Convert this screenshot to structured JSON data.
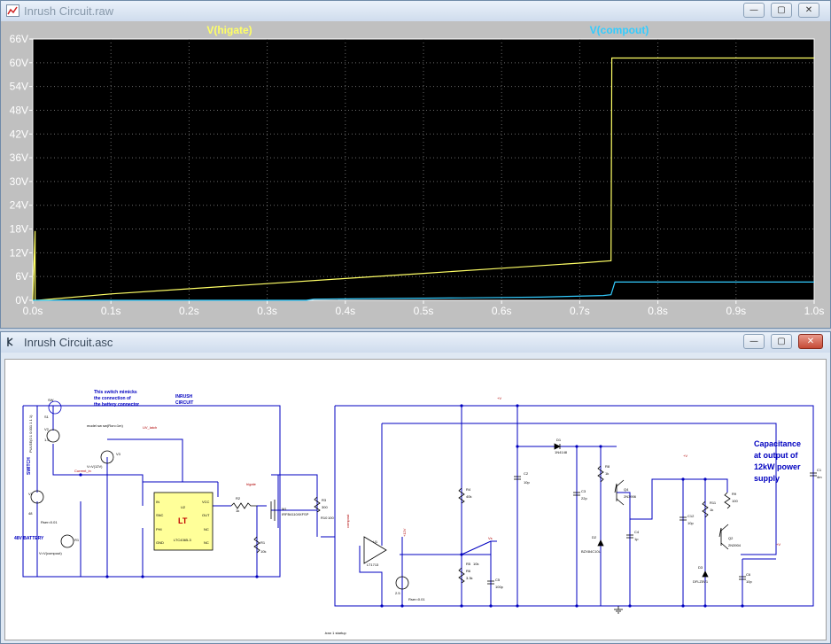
{
  "waveform_window": {
    "title": "Inrush Circuit.raw",
    "controls": {
      "minimize": "—",
      "maximize": "▢",
      "close": "✕"
    }
  },
  "schematic_window": {
    "title": "Inrush Circuit.asc",
    "controls": {
      "minimize": "—",
      "maximize": "▢",
      "close": "✕"
    }
  },
  "chart_data": {
    "type": "line",
    "title": "",
    "xlabel": "",
    "ylabel": "",
    "xlim": [
      0,
      1.0
    ],
    "ylim": [
      0,
      66
    ],
    "x_ticks": [
      "0.0s",
      "0.1s",
      "0.2s",
      "0.3s",
      "0.4s",
      "0.5s",
      "0.6s",
      "0.7s",
      "0.8s",
      "0.9s",
      "1.0s"
    ],
    "y_ticks": [
      "0V",
      "6V",
      "12V",
      "18V",
      "24V",
      "30V",
      "36V",
      "42V",
      "48V",
      "54V",
      "60V",
      "66V"
    ],
    "grid": true,
    "background": "#000000",
    "series": [
      {
        "name": "V(higate)",
        "color": "#ffff66",
        "x": [
          0,
          0.003,
          0.003,
          0.006,
          0.1,
          0.2,
          0.3,
          0.4,
          0.5,
          0.6,
          0.7,
          0.74,
          0.741,
          1.0
        ],
        "y": [
          0,
          17.5,
          0,
          0,
          1.6,
          2.9,
          4.2,
          5.5,
          6.8,
          8.1,
          9.4,
          10.0,
          61.2,
          61.2
        ]
      },
      {
        "name": "V(compout)",
        "color": "#33ccff",
        "x": [
          0,
          0.35,
          0.36,
          0.45,
          0.55,
          0.65,
          0.73,
          0.74,
          0.745,
          1.0
        ],
        "y": [
          0,
          0,
          0.3,
          0.45,
          0.6,
          0.8,
          1.2,
          1.4,
          4.6,
          4.6
        ]
      }
    ]
  },
  "schematic": {
    "annotations": {
      "switch_note": [
        "This switch mimicks",
        "the connection of",
        "the battery connector"
      ],
      "inrush": [
        "INRUSH",
        "CIRCUIT"
      ],
      "switch_label": "SWITCH",
      "capacitance_note": [
        "Capacitance",
        "at output of",
        "12kW power",
        "supply"
      ],
      "battery": "48V BATTERY",
      "model": "model sw sw(Ron=1m)",
      "footer": ".tran 1 startup",
      "pulse": "PULSE(0 1 0.001 1 1 1)"
    },
    "nets": {
      "higate": "higate",
      "compout": "compout",
      "current_in": "Current_in",
      "uv_latch": "UV_latch",
      "vp": "+V",
      "vo": "+V",
      "v12": "+12V",
      "vs": "Vs"
    },
    "components": {
      "ic": "LTC4365-3",
      "ic_logo": "LT",
      "u2_ref": "U2",
      "mosfet": "IRFB4110/IXFSP",
      "m1_ref": "M1",
      "comparator": "LT1713",
      "u1_ref": "U1",
      "v1": [
        "V1",
        "48"
      ],
      "v2": [
        "V2",
        "1.5"
      ],
      "v3": [
        "V3",
        "V=V(12V)"
      ],
      "v3val": "2.5",
      "rser": "Rser=0.01",
      "r1": [
        "R1",
        "V=V(compout)"
      ],
      "r2": [
        "R2",
        "1k"
      ],
      "r3": [
        "R3",
        "300"
      ],
      "r4": [
        "R4",
        "40k"
      ],
      "r5": [
        "R5",
        "10k"
      ],
      "r6": [
        "R6",
        "3.3k"
      ],
      "rg": [
        "R1",
        "10k"
      ],
      "c2": [
        "C2",
        "10p"
      ],
      "c3": [
        "C3",
        "22p"
      ],
      "c4": [
        "C4",
        "1p"
      ],
      "c5": [
        "C5",
        "100p"
      ],
      "c6": [
        "C6",
        "10p"
      ],
      "c12": [
        "C12",
        "10p"
      ],
      "cl": [
        "C1",
        "4m"
      ],
      "d1": [
        "D1",
        "1N4148"
      ],
      "d2": [
        "D2",
        "BZX84C10L"
      ],
      "d3": [
        "D3",
        "DFLZ5V1"
      ],
      "q4": [
        "Q4",
        "2N3906"
      ],
      "q2": [
        "Q2",
        "2N3904"
      ],
      "r8": [
        "R8",
        "1k"
      ],
      "r9": [
        "R9",
        "100"
      ],
      "r10": [
        "R10",
        "100"
      ],
      "r11": [
        "R11",
        "1k"
      ],
      "s1": "S1",
      "sw": "SW",
      "pins_left": [
        "IN",
        "SNC",
        "PHI",
        "GND"
      ],
      "pins_right": [
        "VCC",
        "OUT",
        "NC",
        "NC"
      ]
    }
  }
}
